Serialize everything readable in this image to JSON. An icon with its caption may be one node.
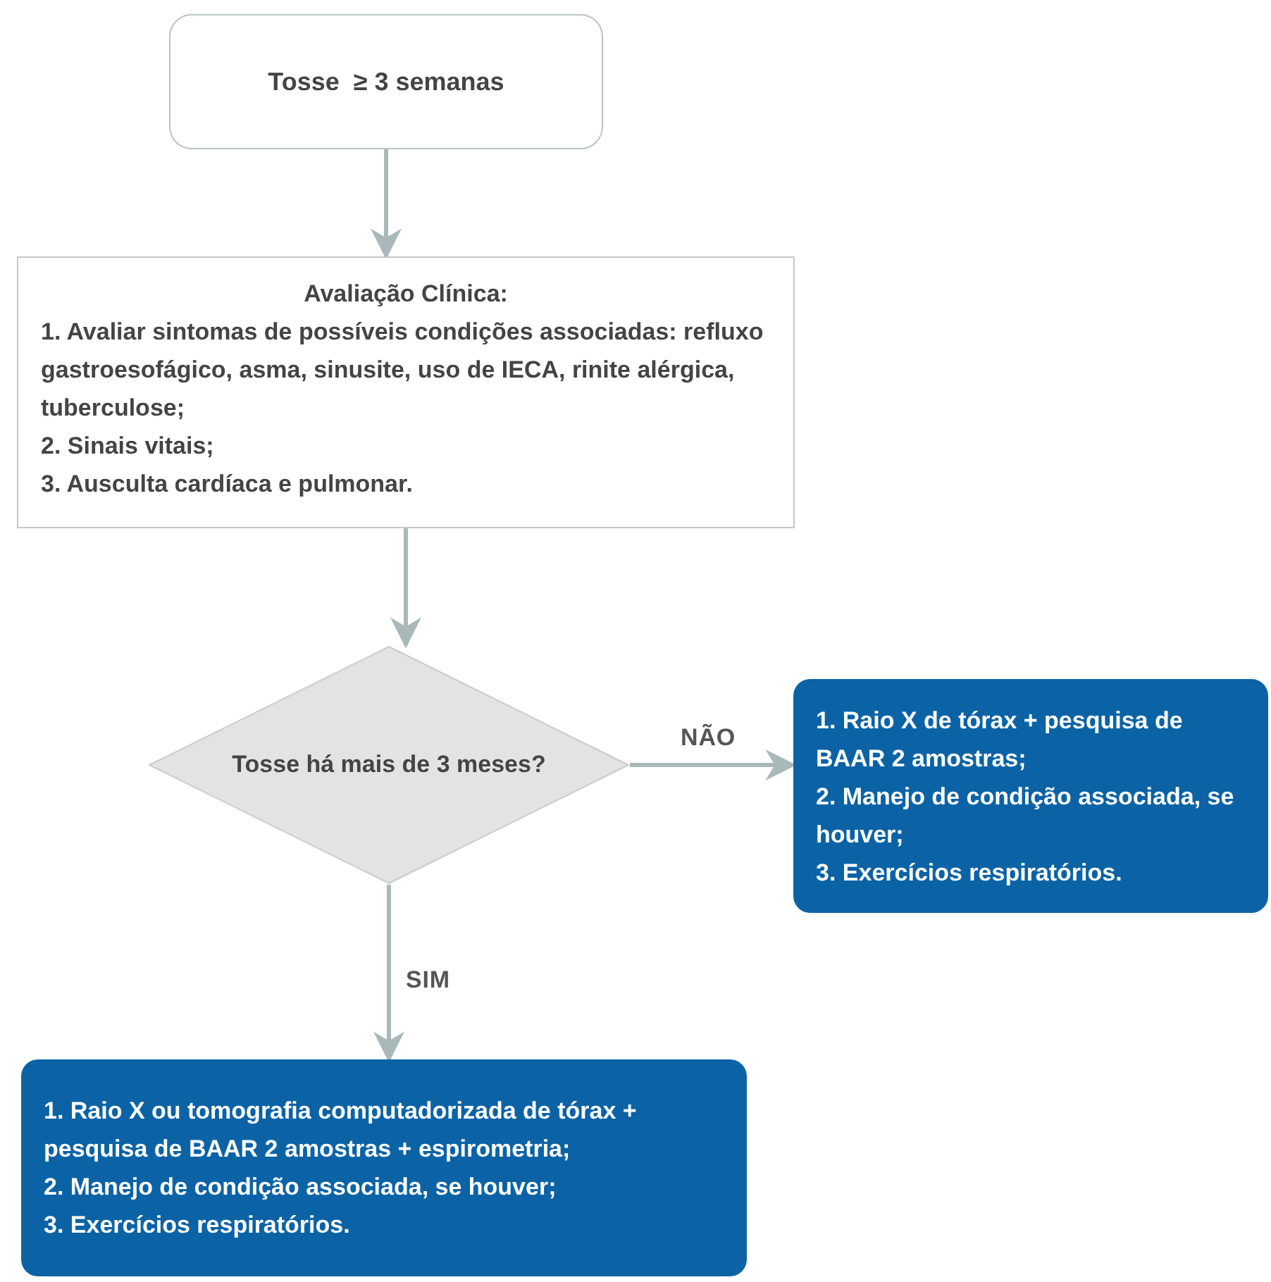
{
  "diagram": {
    "nodes": [
      {
        "text": [
          "Tosse  ≥ 3 semanas"
        ]
      },
      {
        "text": [
          "Avaliação Clínica:",
          "1. Avaliar sintomas de possíveis condições associadas: refluxo gastroesofágico, asma, sinusite, uso de IECA, rinite alérgica, tuberculose;",
          "2. Sinais vitais;",
          "3. Ausculta cardíaca e pulmonar."
        ]
      },
      {
        "text": [
          "Tosse há mais de 3 meses?"
        ]
      },
      {
        "text": [
          "1. Raio X de tórax + pesquisa de BAAR 2 amostras;",
          "2. Manejo de condição associada, se houver;",
          "3. Exercícios respiratórios."
        ]
      },
      {
        "text": [
          "1. Raio X ou tomografia computadorizada de tórax + pesquisa de BAAR 2 amostras + espirometria;",
          "2. Manejo de condição associada, se houver;",
          "3. Exercícios respiratórios."
        ]
      }
    ],
    "edges": [
      {
        "from": 0,
        "to": 1,
        "arrow": "to"
      },
      {
        "from": 1,
        "to": 2,
        "arrow": "to"
      },
      {
        "from": 2,
        "to": 3,
        "arrow": "to",
        "label": "NÃO"
      },
      {
        "from": 2,
        "to": 4,
        "arrow": "to",
        "label": "SIM"
      }
    ]
  }
}
